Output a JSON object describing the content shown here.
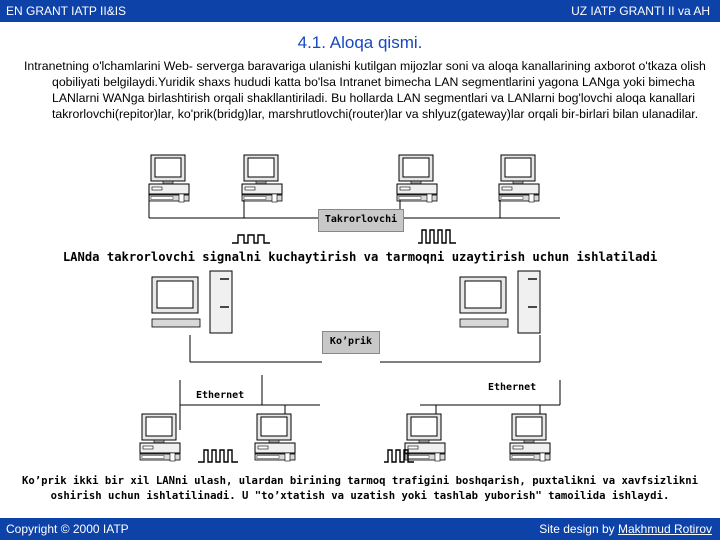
{
  "header": {
    "left": "EN GRANT IATP II&IS",
    "right": "UZ IATP GRANTI II va AH"
  },
  "title": "4.1. Aloqa qismi.",
  "paragraph": "Intranetning o'lchamlarini Web- serverga baravariga ulanishi kutilgan mijozlar soni va aloqa kanallarining axborot o'tkaza olish qobiliyati belgilaydi.Yuridik shaxs hududi katta bo'lsa Intranet bimecha LAN segmentlarini yagona LANga yoki bimecha LANlarni WANga birlashtirish orqali shakllantiriladi. Bu hollarda LAN segmentlari va LANlarni bog'lovchi aloqa kanallari takrorlovchi(repitor)lar, ko'prik(bridg)lar, marshrutlovchi(router)lar va shlyuz(gateway)lar orqali bir-birlari bilan ulanadilar.",
  "diagram1": {
    "repeater_label": "Takrorlovchi"
  },
  "caption1": "LANda takrorlovchi signalni kuchaytirish va tarmoqni uzaytirish uchun ishlatiladi",
  "diagram2": {
    "bridge_label": "Ko’prik",
    "ethernet_left": "Ethernet",
    "ethernet_right": "Ethernet"
  },
  "caption2": "Ko’prik  ikki bir xil LANni ulash, ulardan birining tarmoq trafigini boshqarish, puxtalikni va xavfsizlikni oshirish uchun ishlatilinadi. U \"to’xtatish va uzatish yoki tashlab yuborish\" tamoilida ishlaydi.",
  "footer": {
    "copyright": "Copyright © 2000 IATP",
    "site_prefix": "Site design by ",
    "author": "Makhmud Rotirov"
  }
}
